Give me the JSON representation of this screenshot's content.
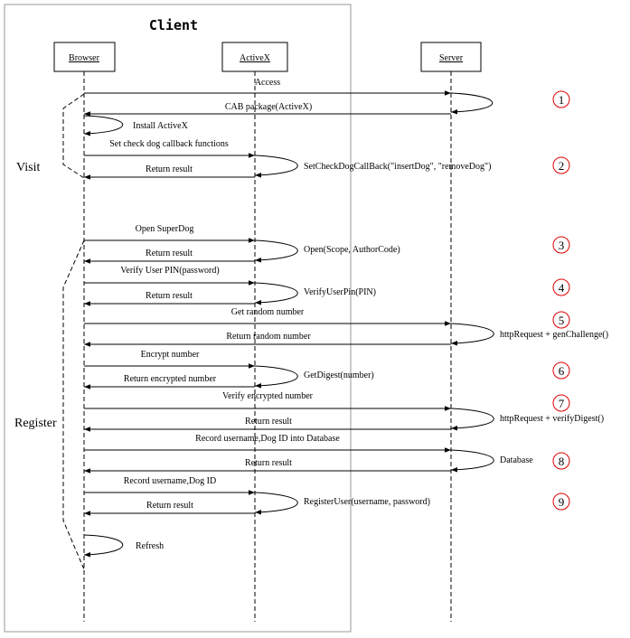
{
  "diagram": {
    "client_title": "Client",
    "actors": [
      {
        "id": "browser",
        "label": "Browser"
      },
      {
        "id": "activex",
        "label": "ActiveX"
      },
      {
        "id": "server",
        "label": "Server"
      }
    ],
    "sections": {
      "visit": "Visit",
      "register": "Register"
    },
    "messages": [
      {
        "label": "Access"
      },
      {
        "label": "CAB package(ActiveX)"
      },
      {
        "label": "Install ActiveX"
      },
      {
        "label": "Set check dog callback functions"
      },
      {
        "label": "Return result"
      },
      {
        "label": "Open SuperDog"
      },
      {
        "label": "Return result"
      },
      {
        "label": "Verify User PIN(password)"
      },
      {
        "label": "Return result"
      },
      {
        "label": "Get random number"
      },
      {
        "label": "Return random number"
      },
      {
        "label": "Encrypt number"
      },
      {
        "label": "Return encrypted number"
      },
      {
        "label": "Verify encrypted number"
      },
      {
        "label": "Return result"
      },
      {
        "label": "Record username,Dog ID into Database"
      },
      {
        "label": "Return result"
      },
      {
        "label": "Record username,Dog ID"
      },
      {
        "label": "Return result"
      },
      {
        "label": "Refresh"
      }
    ],
    "side_labels": [
      "SetCheckDogCallBack(\"insertDog\", \"removeDog\")",
      "Open(Scope, AuthorCode)",
      "VerifyUserPin(PIN)",
      "httpRequest + genChallenge()",
      "GetDigest(number)",
      "httpRequest + verifyDigest()",
      "Database",
      "RegisterUser(username, password)"
    ],
    "steps": [
      "1",
      "2",
      "3",
      "4",
      "5",
      "6",
      "7",
      "8",
      "9"
    ],
    "colors": {
      "line": "#000000",
      "step_circle": "#e00000",
      "client_border": "#999999"
    }
  }
}
